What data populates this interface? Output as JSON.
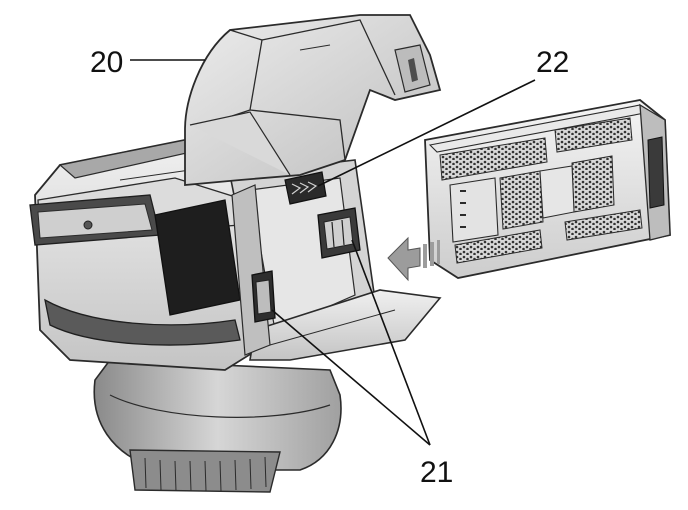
{
  "callouts": {
    "hood": "20",
    "latch": "22",
    "slots": "21"
  },
  "colors": {
    "outline": "#2b2b2b",
    "body_light": "#e9e9e9",
    "body_mid": "#cfcfcf",
    "body_dark": "#9a9a9a",
    "shadow": "#6e6e6e",
    "arrow": "#9c9c9c"
  }
}
